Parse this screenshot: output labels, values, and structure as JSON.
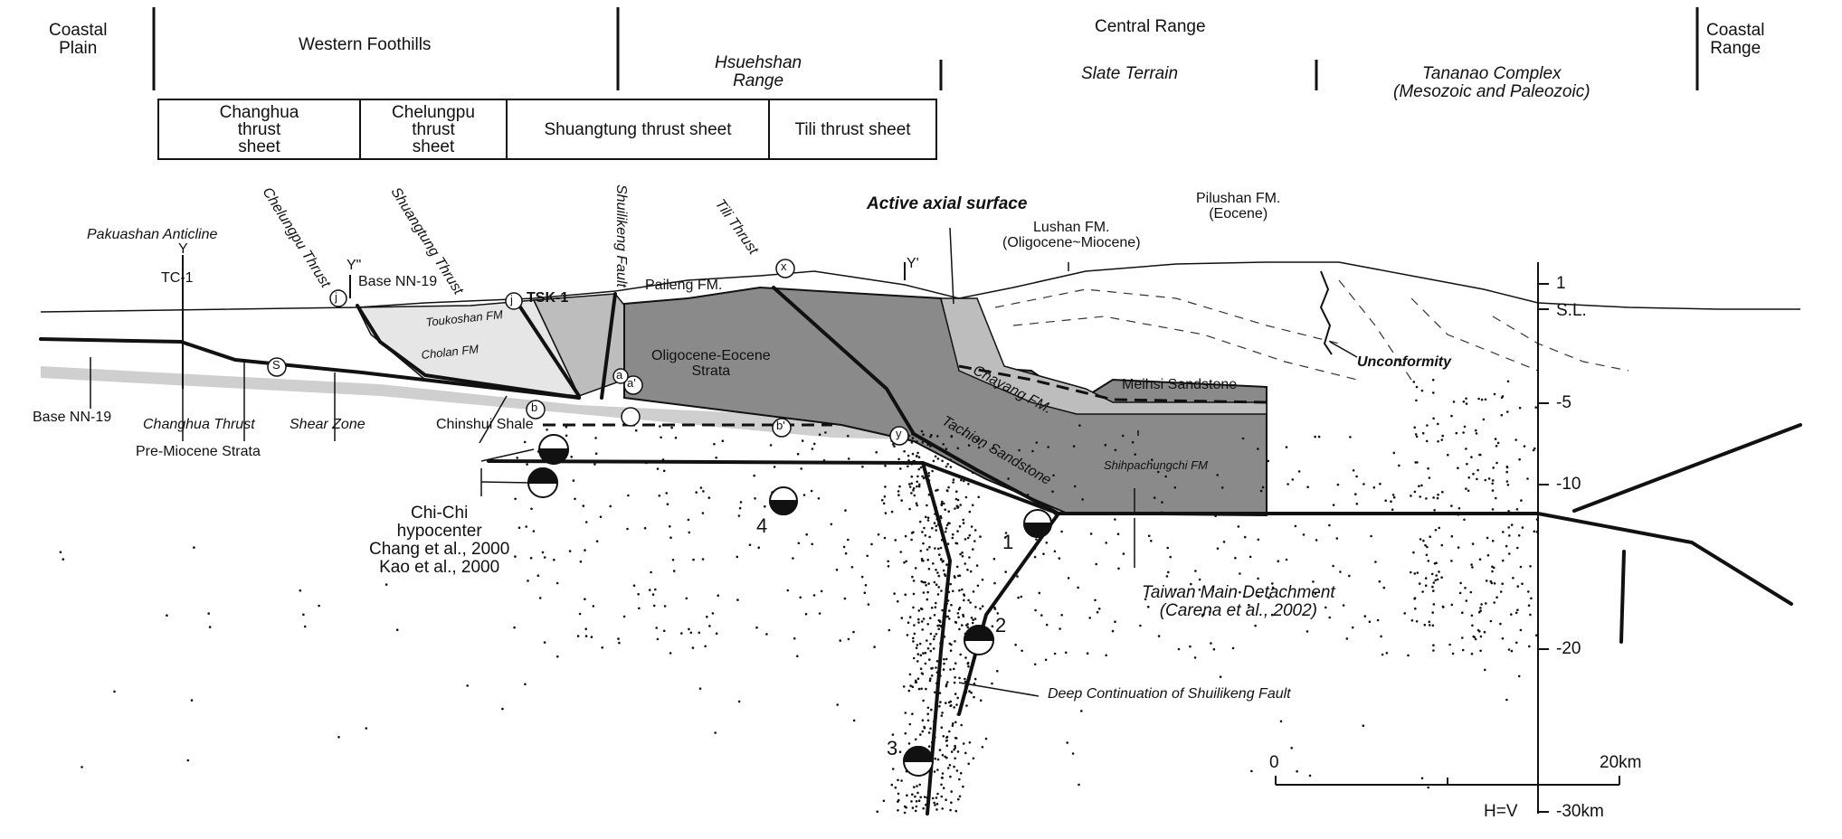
{
  "header": {
    "top": {
      "coastal_plain": "Coastal\nPlain",
      "western_foothills": "Western Foothills",
      "hsuehshan_range": "Hsuehshan\nRange",
      "central_range": "Central Range",
      "slate_terrain": "Slate Terrain",
      "tananao_complex": "Tananao Complex\n(Mesozoic and Paleozoic)",
      "coastal_range": "Coastal\nRange"
    },
    "thrust_sheets": [
      "Changhua\nthrust\nsheet",
      "Chelungpu\nthrust\nsheet",
      "Shuangtung thrust sheet",
      "Tili thrust sheet"
    ]
  },
  "labels": {
    "pakuashan_anticline": "Pakuashan Anticline",
    "y": "Y",
    "tc1": "TC-1",
    "chelungpu_thrust": "Chelungpu Thrust",
    "y_double": "Y\"",
    "base_nn19_top": "Base NN-19",
    "shuangtung_thrust": "Shuangtung Thrust",
    "tsk1": "TSK-1",
    "shuilikeng_fault": "Shuilikeng Fault",
    "paileng_fm": "Paileng FM.",
    "tili_thrust": "Tili Thrust",
    "y_prime": "Y'",
    "active_axial_surface": "Active axial surface",
    "lushan_fm": "Lushan FM.\n(Oligocene~Miocene)",
    "pilushan_fm": "Pilushan FM.\n(Eocene)",
    "toukoshan_fm": "Toukoshan FM",
    "cholan_fm": "Cholan FM",
    "oligocene_eocene_strata": "Oligocene-Eocene\nStrata",
    "chayang_fm": "Chayang FM.",
    "meihsi_sandstone": "Meihsi Sandstone",
    "tachien_sandstone": "Tachien Sandstone",
    "shihpachungchi_fm": "Shihpachungchi FM",
    "unconformity": "Unconformity",
    "base_nn19_left": "Base NN-19",
    "changhua_thrust": "Changhua Thrust",
    "shear_zone": "Shear Zone",
    "chinshui_shale": "Chinshui Shale",
    "pre_miocene_strata": "Pre-Miocene Strata",
    "chichi": "Chi-Chi\nhypocenter\nChang et al., 2000\nKao et al., 2000",
    "taiwan_main_detachment": "Taiwan Main Detachment\n(Carena et al., 2002)",
    "deep_continuation": "Deep Continuation of Shuilikeng Fault",
    "eq1": "1",
    "eq2": "2",
    "eq3": "3",
    "eq4": "4",
    "circ_b1": "b",
    "circ_b2": "b'",
    "circ_a": "a'",
    "circ_j1": "j",
    "circ_j2": "j",
    "circ_s": "S",
    "circ_x": "x",
    "circ_y": "y",
    "circ_a2": "a"
  },
  "depth_axis": {
    "ticks": [
      "1",
      "S.L.",
      "-5",
      "-10",
      "-20",
      "-30km"
    ],
    "scale_note": "H=V"
  },
  "scale_bar": {
    "start": "0",
    "end": "20km"
  },
  "colors": {
    "dark_fill": "#8a8a8a",
    "light_fill": "#cfcfcf",
    "line": "#111111"
  }
}
